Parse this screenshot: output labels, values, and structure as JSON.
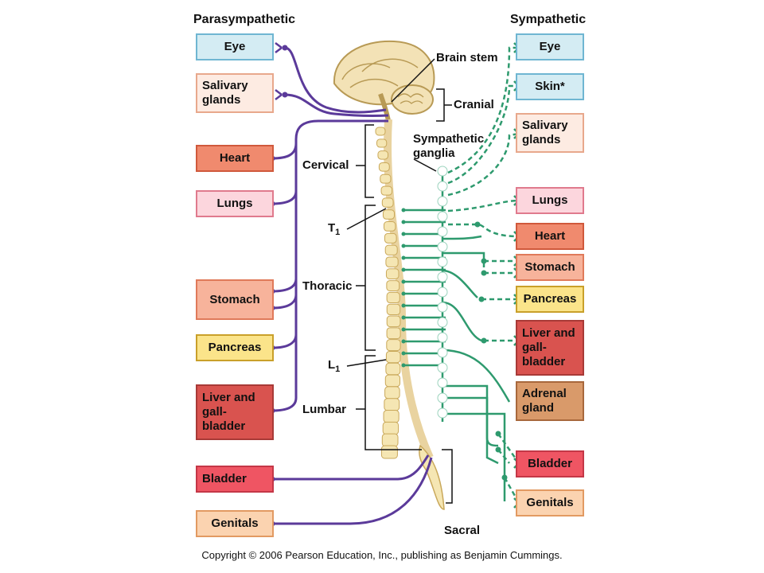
{
  "headings": {
    "left": "Parasympathetic",
    "right": "Sympathetic"
  },
  "parasympathetic": [
    {
      "label": "Eye",
      "color": "#d4ecf3",
      "border": "#6fb6d2"
    },
    {
      "label": "Salivary glands",
      "color": "#fdebe2",
      "border": "#e8a88c"
    },
    {
      "label": "Heart",
      "color": "#f08a6e",
      "border": "#d0593c"
    },
    {
      "label": "Lungs",
      "color": "#fcd6dd",
      "border": "#e07a8d"
    },
    {
      "label": "Stomach",
      "color": "#f7b39b",
      "border": "#e07a5a"
    },
    {
      "label": "Pancreas",
      "color": "#fbe48a",
      "border": "#c9a02a"
    },
    {
      "label": "Liver and gall-bladder",
      "color": "#d9534f",
      "border": "#a83a37"
    },
    {
      "label": "Bladder",
      "color": "#ef5563",
      "border": "#c43747"
    },
    {
      "label": "Genitals",
      "color": "#fbd3b0",
      "border": "#e29a62"
    }
  ],
  "sympathetic": [
    {
      "label": "Eye",
      "color": "#d4ecf3",
      "border": "#6fb6d2"
    },
    {
      "label": "Skin*",
      "color": "#d4ecf3",
      "border": "#6fb6d2"
    },
    {
      "label": "Salivary glands",
      "color": "#fdebe2",
      "border": "#e8a88c"
    },
    {
      "label": "Lungs",
      "color": "#fcd6dd",
      "border": "#e07a8d"
    },
    {
      "label": "Heart",
      "color": "#f08a6e",
      "border": "#d0593c"
    },
    {
      "label": "Stomach",
      "color": "#f7b39b",
      "border": "#e07a5a"
    },
    {
      "label": "Pancreas",
      "color": "#fbe48a",
      "border": "#c9a02a"
    },
    {
      "label": "Liver and gall-bladder",
      "color": "#d9534f",
      "border": "#a83a37"
    },
    {
      "label": "Adrenal gland",
      "color": "#d99a6a",
      "border": "#a8683c"
    },
    {
      "label": "Bladder",
      "color": "#ef5563",
      "border": "#c43747"
    },
    {
      "label": "Genitals",
      "color": "#fbd3b0",
      "border": "#e29a62"
    }
  ],
  "labels": {
    "brain_stem": "Brain stem",
    "cranial": "Cranial",
    "sympathetic_ganglia": "Sympathetic ganglia",
    "cervical": "Cervical",
    "t1": "T",
    "t1_sub": "1",
    "thoracic": "Thoracic",
    "l1": "L",
    "l1_sub": "1",
    "lumbar": "Lumbar",
    "sacral": "Sacral"
  },
  "colors": {
    "parasympathetic": "#5b3a9a",
    "sympathetic": "#2e9a6e",
    "bone": "#f5e6b3",
    "bone_outline": "#c9a85a"
  },
  "copyright": "Copyright © 2006 Pearson Education, Inc., publishing as Benjamin Cummings."
}
